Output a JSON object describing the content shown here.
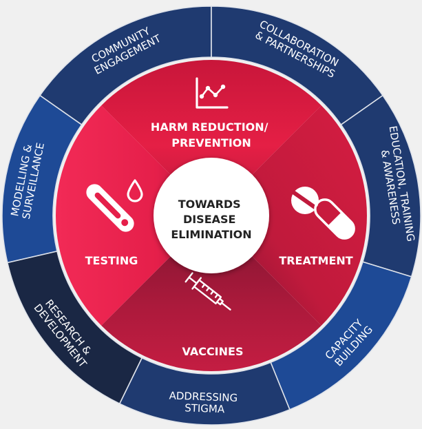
{
  "center": {
    "lines": [
      "TOWARDS",
      "DISEASE",
      "ELIMINATION"
    ]
  },
  "quadrants": [
    {
      "key": "harm",
      "lines": [
        "HARM REDUCTION/",
        "PREVENTION"
      ],
      "icon": "line-chart-icon"
    },
    {
      "key": "treatment",
      "lines": [
        "TREATMENT"
      ],
      "icon": "pill-capsule-icon"
    },
    {
      "key": "vaccines",
      "lines": [
        "VACCINES"
      ],
      "icon": "syringe-icon"
    },
    {
      "key": "testing",
      "lines": [
        "TESTING"
      ],
      "icon": "test-tube-drop-icon"
    }
  ],
  "ring_segments": [
    {
      "key": "community-engagement",
      "lines": [
        "COMMUNITY",
        "ENGAGEMENT"
      ]
    },
    {
      "key": "collaboration-partnerships",
      "lines": [
        "COLLABORATION",
        "& PARTNERSHIPS"
      ]
    },
    {
      "key": "education-training-awareness",
      "lines": [
        "EDUCATION, TRAINING",
        "& AWARENESS"
      ]
    },
    {
      "key": "capacity-building",
      "lines": [
        "CAPACITY",
        "BUILDING"
      ]
    },
    {
      "key": "addressing-stigma",
      "lines": [
        "ADDRESSING",
        "STIGMA"
      ]
    },
    {
      "key": "research-development",
      "lines": [
        "RESEARCH &",
        "DEVELOPMENT"
      ]
    },
    {
      "key": "modelling-surveillance",
      "lines": [
        "MODELLING &",
        "SURVEILLANCE"
      ]
    }
  ],
  "colors": {
    "background": "#f0f0f0",
    "ring_dark": "#1a2744",
    "ring_mid": "#1f3a70",
    "ring_light": "#1e4a96",
    "red_bright": "#ef1f4b",
    "red_dark": "#8e1530",
    "center": "#ffffff",
    "center_text": "#222222"
  }
}
